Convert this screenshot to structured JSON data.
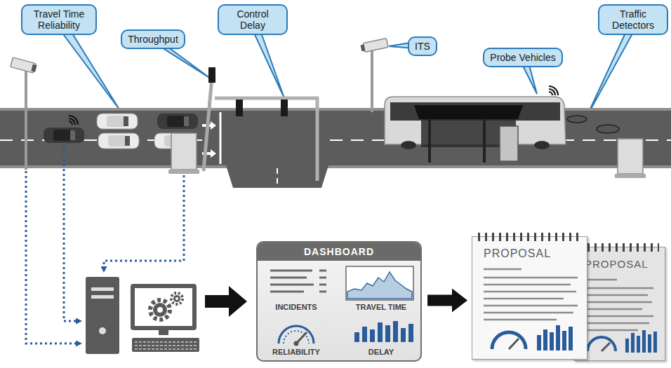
{
  "diagram": {
    "nodes": [
      {
        "text": [
          "Travel Time Reliability"
        ]
      },
      {
        "text": [
          "Throughput"
        ]
      },
      {
        "text": [
          "Control Delay"
        ]
      },
      {
        "text": [
          "ITS"
        ]
      },
      {
        "text": [
          "Probe Vehicles"
        ]
      },
      {
        "text": [
          "Traffic Detectors"
        ]
      },
      {
        "text": [
          "DASHBOARD",
          "INCIDENTS",
          "TRAVEL TIME",
          "RELIABILITY",
          "DELAY"
        ]
      },
      {
        "text": [
          "PROPOSAL"
        ]
      },
      {
        "text": [
          "PROPOSAL"
        ]
      }
    ],
    "edges": [
      {
        "from": 6,
        "to": 7,
        "arrow": "to"
      }
    ]
  }
}
